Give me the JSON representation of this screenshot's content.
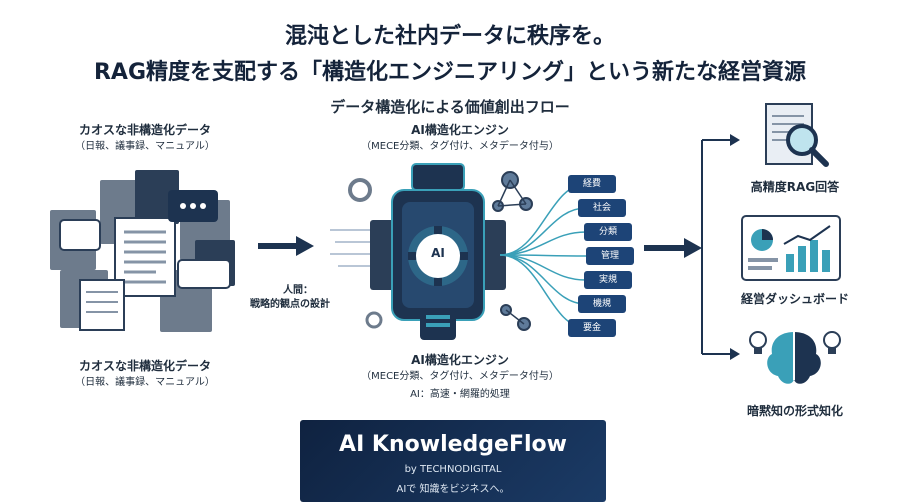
{
  "header": {
    "line1": "混沌とした社内データに秩序を。",
    "line2": "RAG精度を支配する「構造化エンジニアリング」という新たな経営資源",
    "subtitle": "データ構造化による価値創出フロー"
  },
  "left": {
    "top_label": "カオスな非構造化データ",
    "top_sub": "（日報、議事録、マニュアル）",
    "bottom_label": "カオスな非構造化データ",
    "bottom_sub": "（日報、議事録、マニュアル）"
  },
  "human": {
    "label1": "人間：",
    "label2": "戦略的観点の設計"
  },
  "engine": {
    "top_label": "AI構造化エンジン",
    "top_sub": "（MECE分類、タグ付け、メタデータ付与）",
    "bottom_label": "AI構造化エンジン",
    "bottom_sub": "（MECE分類、タグ付け、メタデータ付与）",
    "bottom_note": "AI：高速・網羅的処理",
    "chip": "AI"
  },
  "tags": [
    "経費",
    "社会",
    "分類",
    "管理",
    "実規",
    "機規",
    "要金"
  ],
  "outputs": [
    {
      "label": "高精度RAG回答",
      "icon": "document-search-icon"
    },
    {
      "label": "経営ダッシュボード",
      "icon": "dashboard-chart-icon"
    },
    {
      "label": "暗黙知の形式知化",
      "icon": "brain-lightbulb-icon"
    }
  ],
  "brand": {
    "title": "AI KnowledgeFlow",
    "by": "by TECHNODIGITAL",
    "tagline": "AIで 知識をビジネスへ。"
  },
  "colors": {
    "navy": "#14233a",
    "accent": "#1d4477",
    "teal": "#3aa0b8"
  }
}
